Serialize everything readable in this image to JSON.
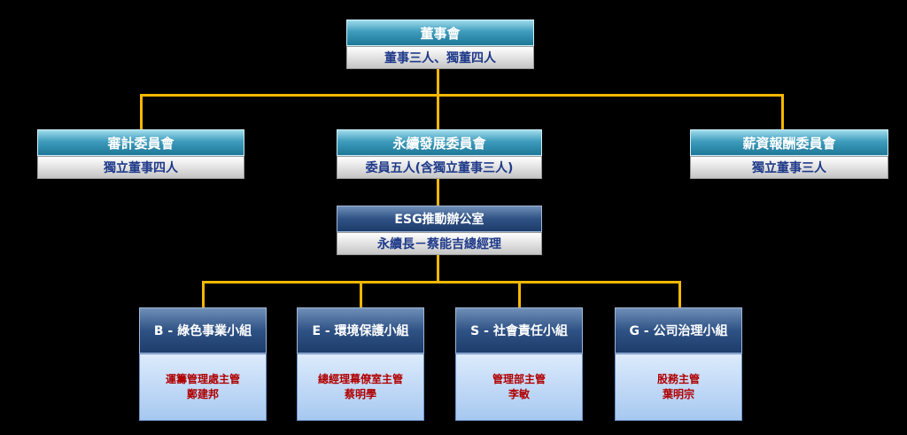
{
  "board": {
    "title": "董事會",
    "subtitle": "董事三人、獨董四人"
  },
  "committees": [
    {
      "title": "審計委員會",
      "subtitle": "獨立董事四人"
    },
    {
      "title": "永續發展委員會",
      "subtitle": "委員五人(含獨立董事三人)"
    },
    {
      "title": "薪資報酬委員會",
      "subtitle": "獨立董事三人"
    }
  ],
  "office": {
    "title": "ESG推動辦公室",
    "subtitle": "永續長－蔡能吉總經理"
  },
  "groups": [
    {
      "title": "B - 綠色事業小組",
      "role": "運籌管理處主管",
      "person": "鄭建邦"
    },
    {
      "title": "E - 環境保護小組",
      "role": "總經理幕僚室主管",
      "person": "蔡明學"
    },
    {
      "title": "S - 社會責任小組",
      "role": "管理部主管",
      "person": "李敏"
    },
    {
      "title": "G - 公司治理小組",
      "role": "股務主管",
      "person": "葉明宗"
    }
  ]
}
